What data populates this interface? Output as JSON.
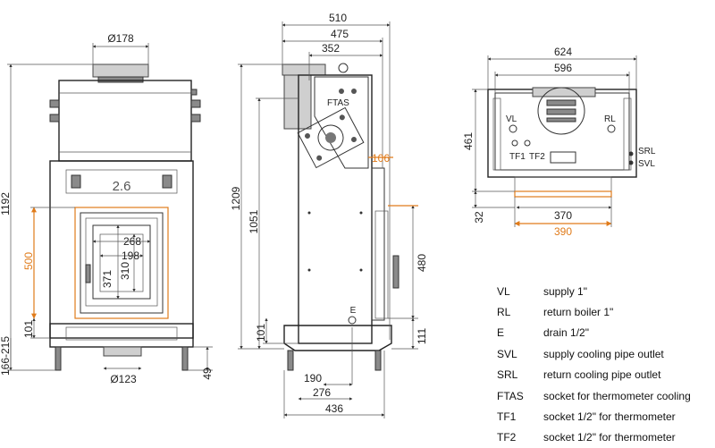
{
  "front_view": {
    "dims": {
      "chimney_dia": "Ø178",
      "overall_height": "1192",
      "base_range": "166-215",
      "door_height": "500",
      "window_width": "268",
      "window_inner_width": "198",
      "window_height": "371",
      "window_inner_height": "310",
      "bottom_offset": "101",
      "leg_height": "49",
      "inlet_dia": "Ø123",
      "badge": "2.6"
    }
  },
  "side_view": {
    "dims": {
      "width_510": "510",
      "width_475": "475",
      "width_352": "352",
      "height_1209": "1209",
      "height_1051": "1051",
      "offset_106": "106",
      "door_480": "480",
      "bottom_101": "101",
      "bottom_111": "111",
      "depth_190": "190",
      "depth_276": "276",
      "depth_436": "436"
    },
    "labels": {
      "ftas": "FTAS",
      "drain": "E"
    }
  },
  "top_view": {
    "dims": {
      "width_624": "624",
      "width_596": "596",
      "depth_461": "461",
      "offset_32": "32",
      "width_370": "370",
      "width_390": "390"
    },
    "labels": {
      "vl": "VL",
      "rl": "RL",
      "tf1": "TF1",
      "tf2": "TF2",
      "srl": "SRL",
      "svl": "SVL"
    }
  },
  "legend": [
    {
      "code": "VL",
      "desc": "supply 1\""
    },
    {
      "code": "RL",
      "desc": "return boiler 1\""
    },
    {
      "code": "E",
      "desc": "drain 1/2\""
    },
    {
      "code": "SVL",
      "desc": "supply cooling pipe outlet"
    },
    {
      "code": "SRL",
      "desc": "return cooling pipe outlet"
    },
    {
      "code": "FTAS",
      "desc": "socket for thermometer cooling"
    },
    {
      "code": "TF1",
      "desc": "socket  1/2\" for thermometer"
    },
    {
      "code": "TF2",
      "desc": "socket 1/2\" for thermometer"
    }
  ],
  "colors": {
    "highlight": "#e07b1a",
    "line": "#333333"
  }
}
